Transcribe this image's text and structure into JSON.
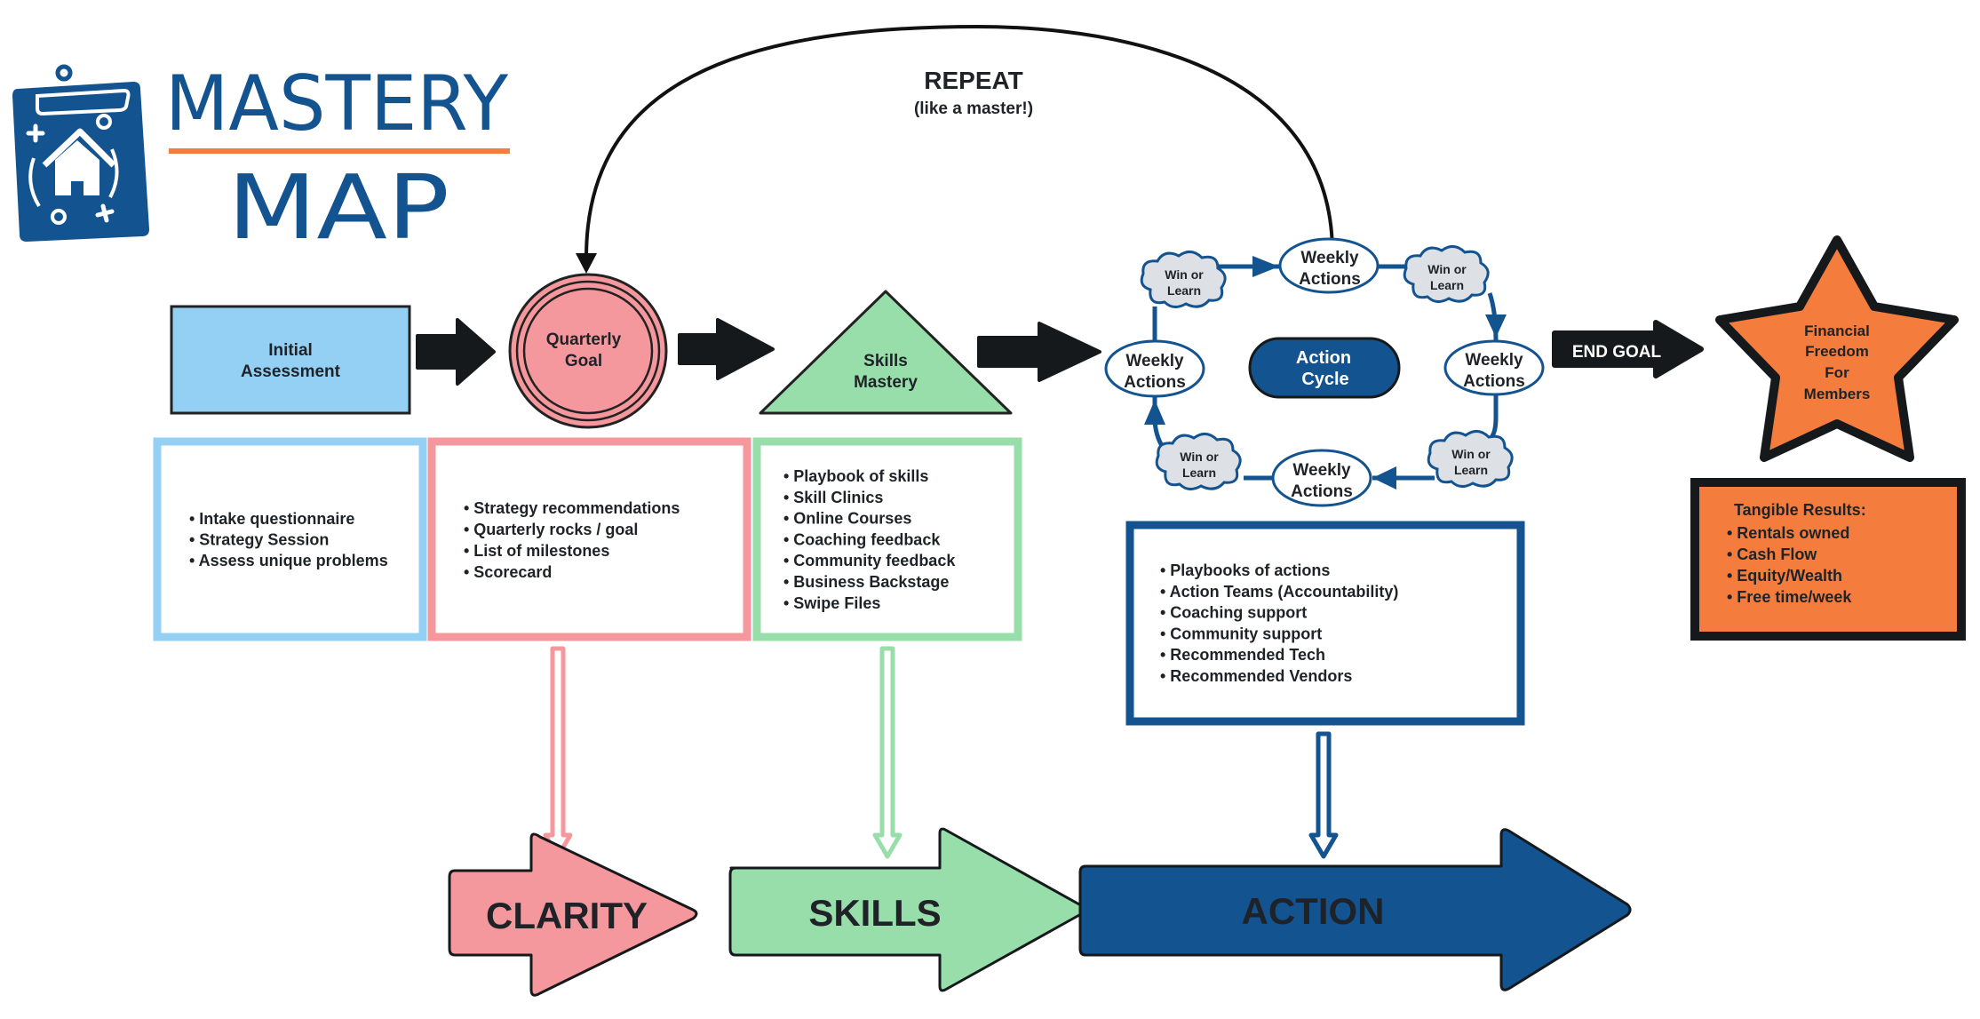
{
  "logo": {
    "line1": "MASTERY",
    "line2": "MAP",
    "icon": "clipboard-house-icon",
    "colors": {
      "brand_blue": "#13538f",
      "accent_orange": "#f47c3c"
    }
  },
  "repeat": {
    "title": "REPEAT",
    "subtitle": "(like a master!)"
  },
  "flow": {
    "initial_assessment": {
      "lines": [
        "Initial",
        "Assessment"
      ],
      "color": "#93d0f3"
    },
    "quarterly_goal": {
      "lines": [
        "Quarterly",
        "Goal"
      ],
      "color": "#f5989d"
    },
    "skills_mastery": {
      "lines": [
        "Skills",
        "Mastery"
      ],
      "color": "#98deab"
    }
  },
  "action_cycle": {
    "center": [
      "Action",
      "Cycle"
    ],
    "weekly_actions": [
      "Weekly",
      "Actions"
    ],
    "win_or_learn": [
      "Win or",
      "Learn"
    ],
    "color": "#13538f",
    "cloud_color": "#dde1e6"
  },
  "end_goal": {
    "arrow_label": "END GOAL",
    "star_lines": [
      "Financial",
      "Freedom",
      "For",
      "Members"
    ],
    "color": "#f47c3c",
    "results_title": "Tangible Results:",
    "results": [
      "Rentals owned",
      "Cash Flow",
      "Equity/Wealth",
      "Free time/week"
    ]
  },
  "detail_boxes": {
    "assessment": [
      "Intake questionnaire",
      "Strategy Session",
      "Assess unique problems"
    ],
    "goal": [
      "Strategy recommendations",
      "Quarterly rocks / goal",
      "List of milestones",
      "Scorecard"
    ],
    "skills": [
      "Playbook of skills",
      "Skill Clinics",
      "Online Courses",
      "Coaching feedback",
      "Community feedback",
      "Business Backstage",
      "Swipe Files"
    ],
    "action": [
      "Playbooks of actions",
      "Action Teams (Accountability)",
      "Coaching support",
      "Community support",
      "Recommended Tech",
      "Recommended Vendors"
    ]
  },
  "outcomes": {
    "clarity": "CLARITY",
    "skills": "SKILLS",
    "action": "ACTION"
  },
  "bullet": "•"
}
